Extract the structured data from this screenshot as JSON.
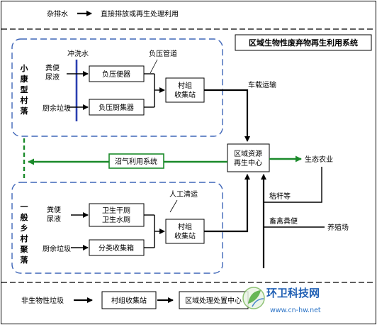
{
  "top": {
    "label": "杂排水",
    "desc": "直接排放或再生处理利用"
  },
  "system_title": "区域生物性废弃物再生利用系统",
  "village_small": {
    "label": "小康型村落",
    "water": "冲洗水",
    "pipe": "负压管道",
    "input1": "粪便\n尿液",
    "input2": "厨余垃圾",
    "box1": "负压便器",
    "box2": "负压厨集器",
    "station": "村组\n收集站"
  },
  "transport": "车载运输",
  "biogas": "沼气利用系统",
  "center": "区域资源\n再生中心",
  "eco": "生态农业",
  "straw": "秸秆等",
  "manure": "畜禽粪便",
  "farm": "养殖场",
  "village_general": {
    "label": "一般乡村聚落",
    "manual": "人工清运",
    "input1": "粪便\n尿液",
    "input2": "厨余垃圾",
    "box1": "卫生干厕\n卫生水厕",
    "box2": "分类收集箱",
    "station": "村组\n收集站"
  },
  "bottom": {
    "label": "非生物性垃圾",
    "box1": "村组收集站",
    "box2": "区域处理处置中心"
  },
  "watermark": {
    "cn": "环卫科技网",
    "url": "www.cn-hw.net"
  },
  "colors": {
    "green": "#1a8a2a",
    "blue": "#2a5fc4",
    "dash": "#3f66b8"
  }
}
